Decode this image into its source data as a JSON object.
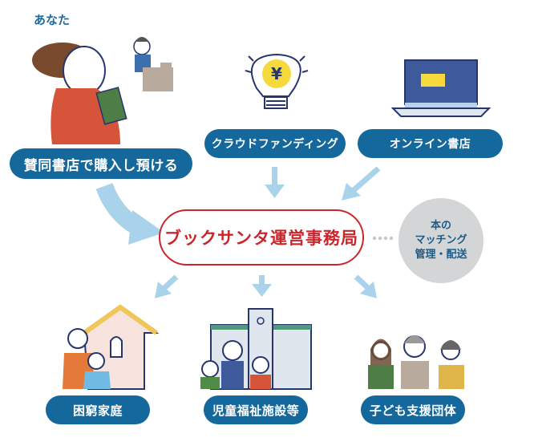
{
  "you_label": "あなた",
  "sources": [
    {
      "label": "賛同書店で購入し預ける",
      "icon": "woman-buying-book-icon"
    },
    {
      "label": "クラウドファンディング",
      "icon": "lightbulb-yen-icon"
    },
    {
      "label": "オンライン書店",
      "icon": "laptop-book-icon"
    }
  ],
  "center": {
    "label": "ブックサンタ運営事務局"
  },
  "side_note": {
    "lines": [
      "本の",
      "マッチング",
      "管理・配送"
    ]
  },
  "recipients": [
    {
      "label": "困窮家庭",
      "icon": "family-house-icon"
    },
    {
      "label": "児童福祉施設等",
      "icon": "children-facility-icon"
    },
    {
      "label": "子ども支援団体",
      "icon": "support-staff-icon"
    }
  ],
  "colors": {
    "pill": "#14689c",
    "center_border": "#c9262c",
    "arrow": "#a9d3ea",
    "circle": "#d4d5d6"
  }
}
